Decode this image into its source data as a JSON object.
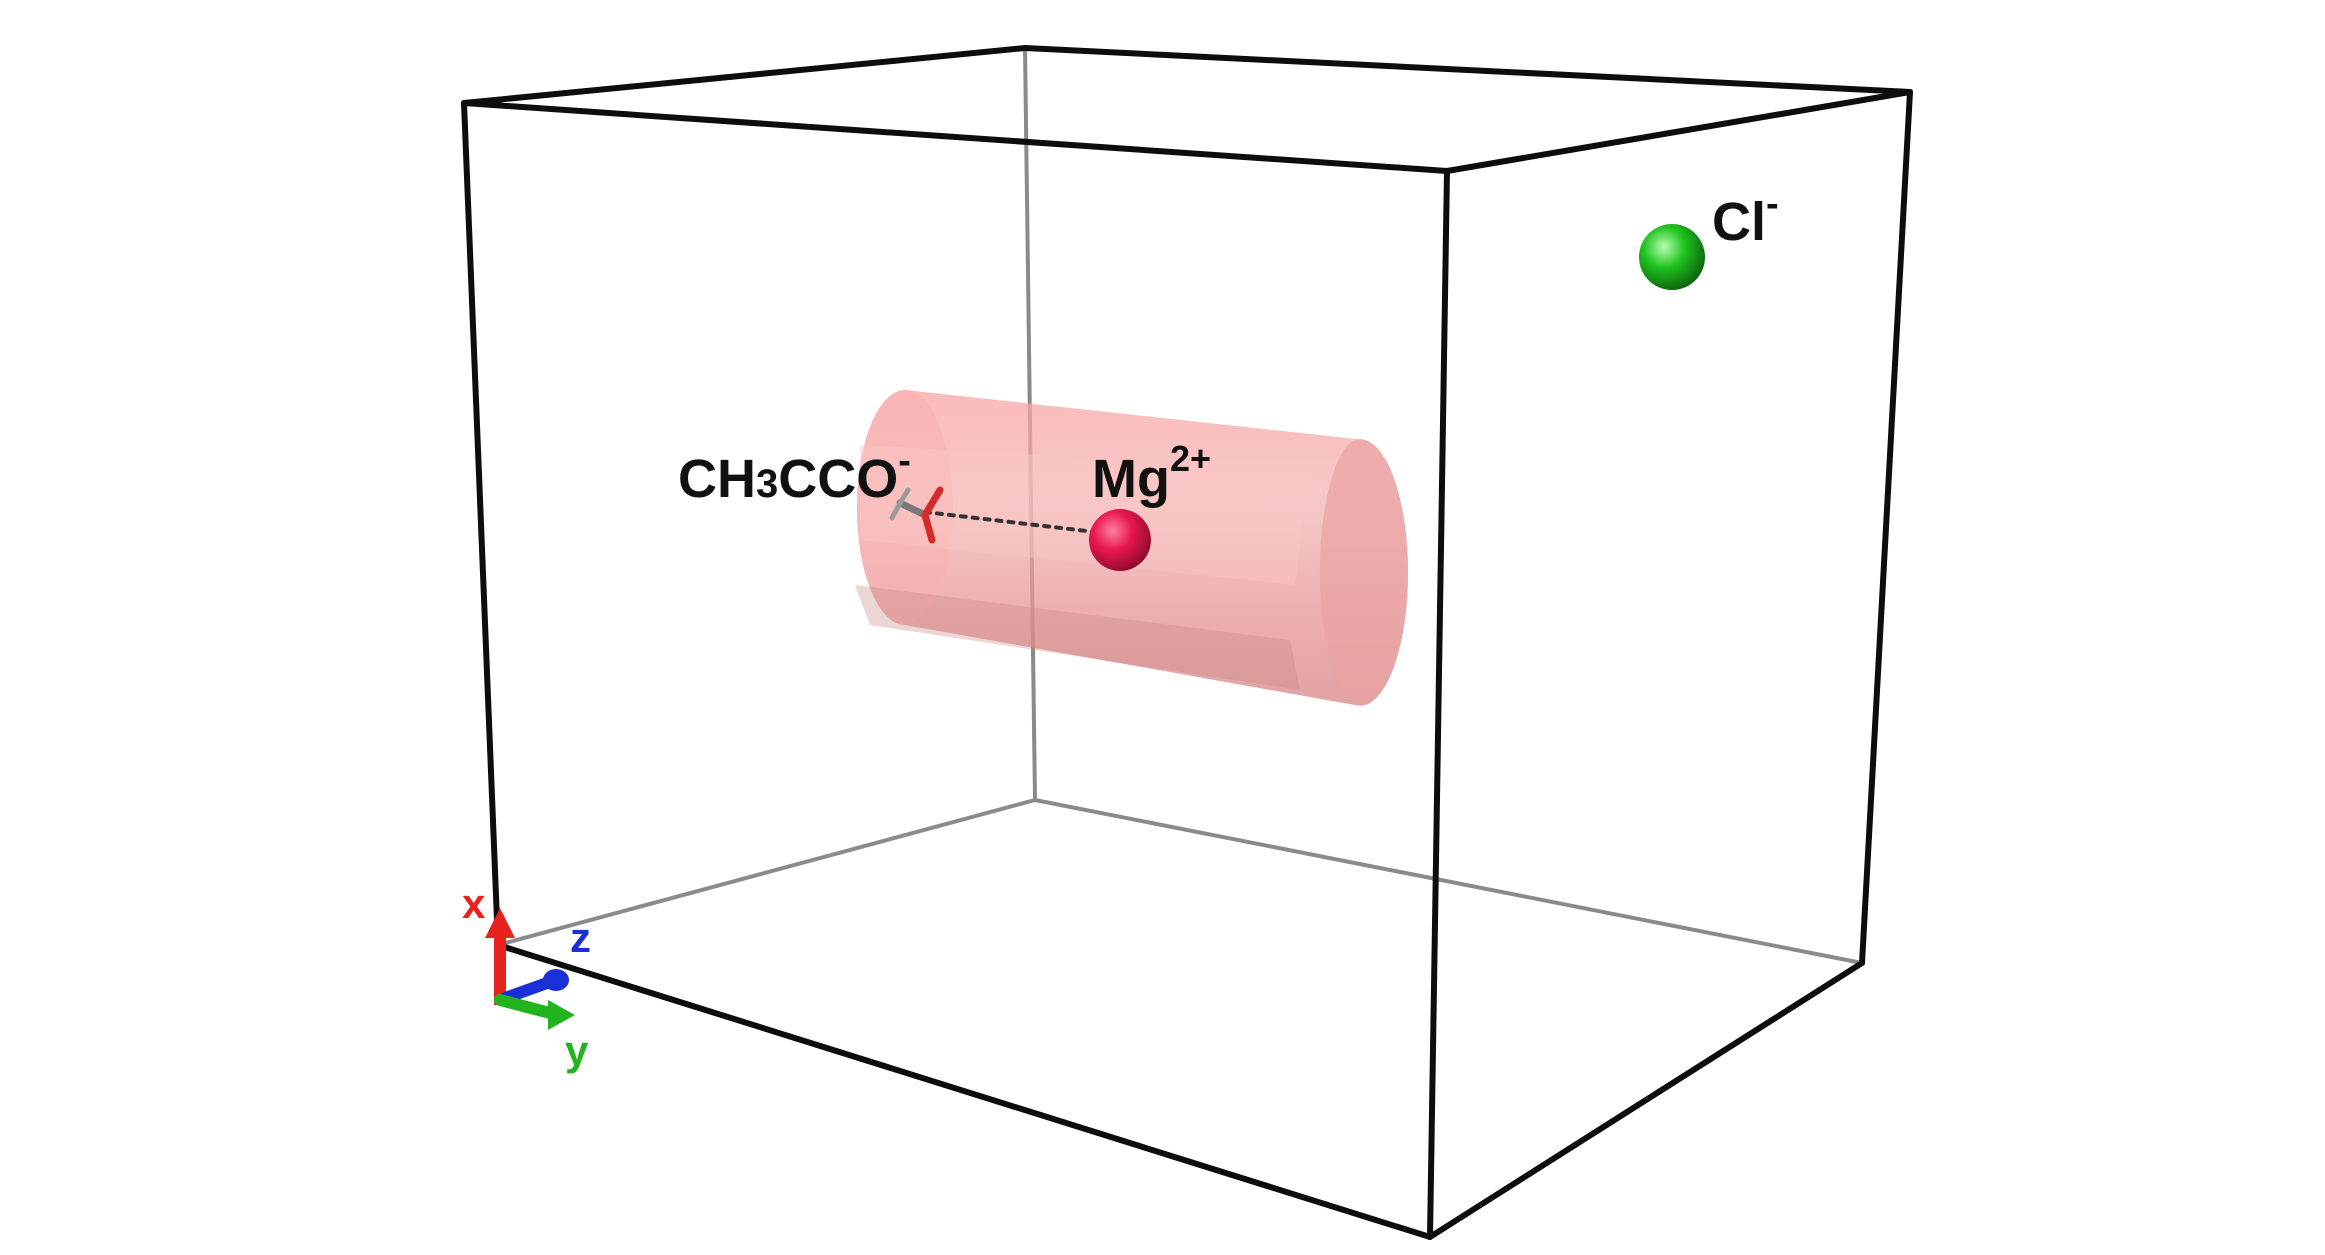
{
  "labels": {
    "acetate": {
      "main": "CH3CCO",
      "sub": "3",
      "pre": "CH",
      "post": "CCO",
      "charge": "-"
    },
    "mg": {
      "main": "Mg",
      "charge": "2+"
    },
    "cl": {
      "main": "Cl",
      "charge": "-"
    }
  },
  "axes": {
    "x": {
      "label": "x",
      "color": "#e8231f"
    },
    "y": {
      "label": "y",
      "color": "#22b41c"
    },
    "z": {
      "label": "z",
      "color": "#1a2fd6"
    }
  },
  "colors": {
    "mg_ion": "#e8174e",
    "cl_ion": "#1fc21f",
    "cylinder": "#f48a8a",
    "box_front": "#0d0d0d",
    "box_back": "#8a8a8a",
    "acetate_molecule": "#d42a2a"
  }
}
